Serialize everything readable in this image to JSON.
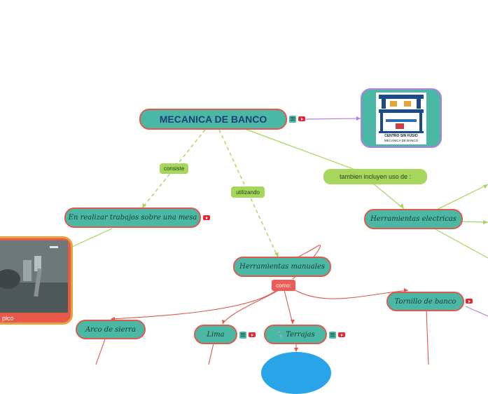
{
  "colors": {
    "node_fill": "#4bb8a6",
    "node_border": "#e05a4c",
    "label_green": "#a6d65c",
    "link_green": "#a6d65c",
    "link_red": "#e05a4c",
    "link_purple": "#b57ee0",
    "bubble_blue": "#2aa4e8",
    "image_card_red": "#e7594a"
  },
  "central_topic": {
    "text": "MECANICA DE BANCO"
  },
  "labels": {
    "consiste": "consiste",
    "utilizando": "utilizando",
    "tambien": "tambien incluyen uso de :",
    "como": "como:"
  },
  "topics": {
    "trabajos": "En realizar trabajos sobre una mesa",
    "herramientas_manuales": "Herramientas manuales",
    "herramientas_electricas": "Herramientas electricas",
    "tornillo": "Tornillo de banco",
    "arco": "Arco de sierra",
    "lima": "Lima",
    "terrajas": "Terrajas"
  },
  "image_central": {
    "title_line1": "CENTRO SIN FUSIO",
    "title_line2": "MECANICA DE BANCO"
  },
  "image_card_left": {
    "caption": "pico"
  },
  "icons": [
    "notes-icon",
    "youtube-icon"
  ]
}
